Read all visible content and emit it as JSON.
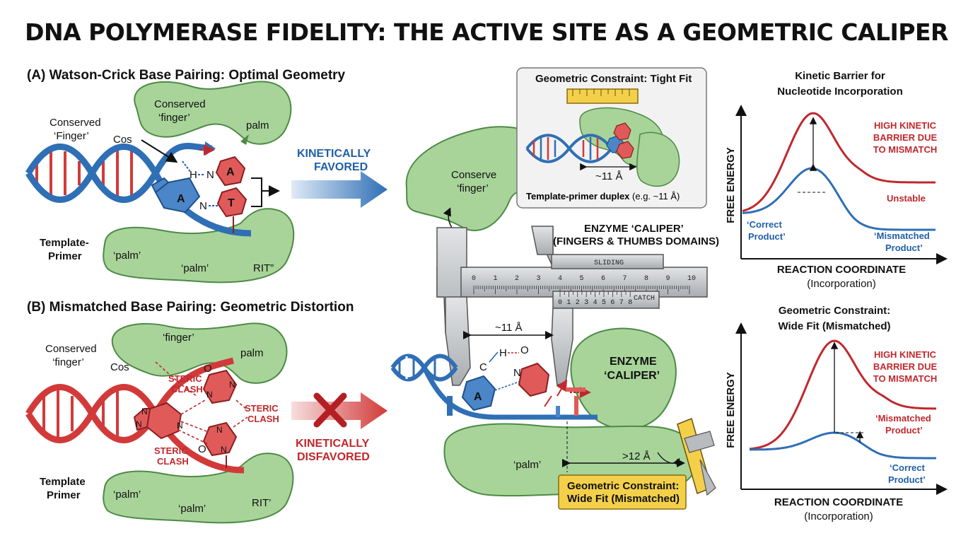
{
  "title": "DNA POLYMERASE FIDELITY: THE ACTIVE SITE AS A GEOMETRIC CALIPER",
  "panel_a": {
    "heading": "(A) Watson-Crick Base Pairing: Optimal Geometry",
    "conserved_finger_1": "Conserved",
    "conserved_finger_2": "‘Finger’",
    "cos": "Cos",
    "conserved_finger_lower_1": "Conserved",
    "conserved_finger_lower_2": "‘finger’",
    "palm_top": "palm",
    "template_primer_1": "Template-",
    "template_primer_2": "Primer",
    "palm_left": "‘palm’",
    "palm_bottom": "‘palm’",
    "rit": "RIT”",
    "base_a1": "A",
    "base_a2": "A",
    "base_t": "T",
    "h1": "H",
    "n1": "N",
    "n2": "N",
    "arrow_label_1": "KINETICALLY",
    "arrow_label_2": "FAVORED"
  },
  "panel_b": {
    "heading": "(B) Mismatched Base Pairing: Geometric Distortion",
    "conserved_finger_1": "Conserved",
    "conserved_finger_2": "‘finger’",
    "cos": "Cos",
    "finger": "‘finger’",
    "palm_top": "palm",
    "steric_clash_1a": "STERIC",
    "steric_clash_1b": "CLASH",
    "steric_clash_2a": "STERIC",
    "steric_clash_2b": "CLASH",
    "steric_clash_3a": "STERIC",
    "steric_clash_3b": "CLASH",
    "template_primer_1": "Template",
    "template_primer_2": "Primer",
    "palm_left": "‘palm’",
    "palm_bottom": "‘palm’",
    "rit": "RIT’",
    "o1": "O",
    "o2": "O",
    "n_labels": [
      "N",
      "N",
      "N",
      "N",
      "N",
      "N",
      "N"
    ],
    "arrow_label_1": "KINETICALLY",
    "arrow_label_2": "DISFAVORED"
  },
  "center": {
    "inset_title": "Geometric Constraint: Tight Fit",
    "inset_distance": "~11 Å",
    "inset_caption_bold": "Template-primer duplex",
    "inset_caption_rest": " (e.g. ~11 Å)",
    "conserve_finger_1": "Conserve",
    "conserve_finger_2": "‘finger’",
    "caliper_label_1": "ENZYME ‘CALIPER’",
    "caliper_label_2": "(FINGERS & THUMBS DOMAINS)",
    "sliding": "SLIDING",
    "catch": "CATCH",
    "main_scale": [
      "0",
      "1",
      "2",
      "3",
      "4",
      "5",
      "6",
      "7",
      "8",
      "9",
      "10"
    ],
    "vernier_scale": [
      "0",
      "1",
      "2",
      "3",
      "4",
      "5",
      "6",
      "7",
      "8"
    ],
    "distance_tight": "~11 Å",
    "c": "C",
    "h": "H",
    "o": "O",
    "n": "N",
    "a": "A",
    "enzyme_caliper_1": "ENZYME",
    "enzyme_caliper_2": "‘CALIPER’",
    "palm": "‘palm’",
    "distance_wide": ">12 Å",
    "wide_fit_1": "Geometric Constraint:",
    "wide_fit_2": "Wide Fit (Mismatched)"
  },
  "chart_top": {
    "title_1": "Kinetic Barrier for",
    "title_2": "Nucleotide Incorporation",
    "ylabel": "FREE ENERGY",
    "xlabel_1": "REACTION COORDINATE",
    "xlabel_2": "(Incorporation)",
    "red_label_1": "HIGH KINETIC",
    "red_label_2": "BARRIER DUE",
    "red_label_3": "TO MISMATCH",
    "unstable": "Unstable",
    "correct_1": "‘Correct",
    "correct_2": "Product’",
    "mismatched_1": "‘Mismatched",
    "mismatched_2": "Product’"
  },
  "chart_bottom": {
    "title_1": "Geometric Constraint:",
    "title_2": "Wide Fit (Mismatched)",
    "ylabel": "FREE ENERGY",
    "xlabel_1": "REACTION COORDINATE",
    "xlabel_2": "(Incorporation)",
    "red_label_1": "HIGH KINETIC",
    "red_label_2": "BARRIER DUE",
    "red_label_3": "TO MISMATCH",
    "mismatched_1": "‘Mismatched",
    "mismatched_2": "Product’",
    "correct_1": "‘Correct",
    "correct_2": "Product’"
  },
  "colors": {
    "green_fill": "#a8d49a",
    "green_stroke": "#4d8a45",
    "blue": "#2f6fb5",
    "red": "#d23a3a",
    "yellow": "#f4d04a",
    "gray": "#b9bcbf"
  }
}
